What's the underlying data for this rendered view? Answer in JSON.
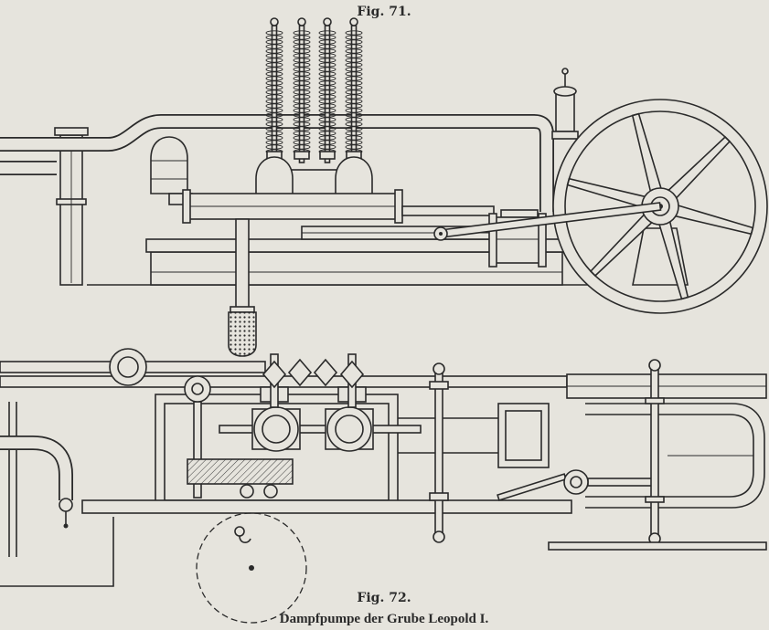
{
  "figures": {
    "fig71": {
      "label": "Fig. 71."
    },
    "fig72": {
      "label": "Fig. 72.",
      "caption": "Dampfpumpe der Grube Leopold I."
    }
  },
  "colors": {
    "ink": "#2a2a2a",
    "paper": "#e6e4dd"
  }
}
